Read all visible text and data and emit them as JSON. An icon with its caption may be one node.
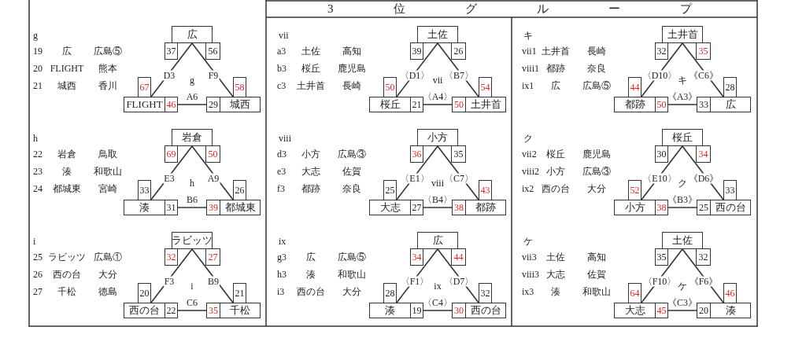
{
  "diagram": {
    "title": "3位グループ",
    "nodes": [
      {
        "text": [
          "広",
          "37",
          "56"
        ]
      },
      {
        "text": [
          "67",
          "FLIGHT",
          "46"
        ]
      },
      {
        "text": [
          "58",
          "29",
          "城西"
        ]
      },
      {
        "text": [
          "岩倉",
          "69",
          "50"
        ]
      },
      {
        "text": [
          "33",
          "湊",
          "31"
        ]
      },
      {
        "text": [
          "26",
          "39",
          "都城東"
        ]
      },
      {
        "text": [
          "ラビッツ",
          "32",
          "27"
        ]
      },
      {
        "text": [
          "20",
          "西の台",
          "22"
        ]
      },
      {
        "text": [
          "21",
          "35",
          "千松"
        ]
      },
      {
        "text": [
          "土佐",
          "39",
          "26"
        ]
      },
      {
        "text": [
          "50",
          "桜丘",
          "21"
        ]
      },
      {
        "text": [
          "54",
          "50",
          "土井首"
        ]
      },
      {
        "text": [
          "小方",
          "36",
          "35"
        ]
      },
      {
        "text": [
          "25",
          "大志",
          "27"
        ]
      },
      {
        "text": [
          "43",
          "38",
          "都跡"
        ]
      },
      {
        "text": [
          "広",
          "34",
          "44"
        ]
      },
      {
        "text": [
          "28",
          "湊",
          "19"
        ]
      },
      {
        "text": [
          "32",
          "30",
          "西の台"
        ]
      },
      {
        "text": [
          "土井首",
          "32",
          "35"
        ]
      },
      {
        "text": [
          "44",
          "都跡",
          "50"
        ]
      },
      {
        "text": [
          "28",
          "33",
          "広"
        ]
      },
      {
        "text": [
          "桜丘",
          "30",
          "34"
        ]
      },
      {
        "text": [
          "52",
          "小方",
          "38"
        ]
      },
      {
        "text": [
          "33",
          "25",
          "西の台"
        ]
      },
      {
        "text": [
          "土佐",
          "35",
          "32"
        ]
      },
      {
        "text": [
          "64",
          "大志",
          "45"
        ]
      },
      {
        "text": [
          "46",
          "20",
          "湊"
        ]
      }
    ],
    "edges": [
      {
        "from": 0,
        "to": 1,
        "arrow": "none",
        "label": "D3"
      },
      {
        "from": 0,
        "to": 2,
        "arrow": "none",
        "label": "F9"
      },
      {
        "from": 1,
        "to": 2,
        "arrow": "none",
        "label": "A6"
      },
      {
        "from": 3,
        "to": 4,
        "arrow": "none",
        "label": "E3"
      },
      {
        "from": 3,
        "to": 5,
        "arrow": "none",
        "label": "A9"
      },
      {
        "from": 4,
        "to": 5,
        "arrow": "none",
        "label": "B6"
      },
      {
        "from": 6,
        "to": 7,
        "arrow": "none",
        "label": "F3"
      },
      {
        "from": 6,
        "to": 8,
        "arrow": "none",
        "label": "B9"
      },
      {
        "from": 7,
        "to": 8,
        "arrow": "none",
        "label": "C6"
      },
      {
        "from": 9,
        "to": 10,
        "arrow": "none",
        "label": "〈D1〉"
      },
      {
        "from": 9,
        "to": 11,
        "arrow": "none",
        "label": "〈B7〉"
      },
      {
        "from": 10,
        "to": 11,
        "arrow": "none",
        "label": "〈A4〉"
      },
      {
        "from": 12,
        "to": 13,
        "arrow": "none",
        "label": "〈E1〉"
      },
      {
        "from": 12,
        "to": 14,
        "arrow": "none",
        "label": "〈C7〉"
      },
      {
        "from": 13,
        "to": 14,
        "arrow": "none",
        "label": "〈B4〉"
      },
      {
        "from": 15,
        "to": 16,
        "arrow": "none",
        "label": "〈F1〉"
      },
      {
        "from": 15,
        "to": 17,
        "arrow": "none",
        "label": "〈D7〉"
      },
      {
        "from": 16,
        "to": 17,
        "arrow": "none",
        "label": "〈C4〉"
      },
      {
        "from": 18,
        "to": 19,
        "arrow": "none",
        "label": "〈D10〉"
      },
      {
        "from": 18,
        "to": 20,
        "arrow": "none",
        "label": "《C6》"
      },
      {
        "from": 19,
        "to": 20,
        "arrow": "none",
        "label": "《A3》"
      },
      {
        "from": 21,
        "to": 22,
        "arrow": "none",
        "label": "〈E10〉"
      },
      {
        "from": 21,
        "to": 23,
        "arrow": "none",
        "label": "《D6》"
      },
      {
        "from": 22,
        "to": 23,
        "arrow": "none",
        "label": "《B3》"
      },
      {
        "from": 24,
        "to": 25,
        "arrow": "none",
        "label": "〈F10〉"
      },
      {
        "from": 24,
        "to": 26,
        "arrow": "none",
        "label": "《F6》"
      },
      {
        "from": 25,
        "to": 26,
        "arrow": "none",
        "label": "《C3》"
      }
    ],
    "labels": [
      "g",
      "19",
      "広",
      "広島⑤",
      "20",
      "FLIGHT",
      "熊本",
      "21",
      "城西",
      "香川",
      "g",
      "h",
      "22",
      "岩倉",
      "鳥取",
      "23",
      "湊",
      "和歌山",
      "24",
      "都城東",
      "宮崎",
      "h",
      "i",
      "25",
      "ラビッツ",
      "広島①",
      "26",
      "西の台",
      "大分",
      "27",
      "千松",
      "徳島",
      "i",
      "vii",
      "a3",
      "土佐",
      "高知",
      "b3",
      "桜丘",
      "鹿児島",
      "c3",
      "土井首",
      "長崎",
      "vii",
      "viii",
      "d3",
      "小方",
      "広島③",
      "e3",
      "大志",
      "佐賀",
      "f3",
      "都跡",
      "奈良",
      "viii",
      "ix",
      "g3",
      "広",
      "広島⑤",
      "h3",
      "湊",
      "和歌山",
      "i3",
      "西の台",
      "大分",
      "ix",
      "キ",
      "vii1",
      "土井首",
      "長崎",
      "viii1",
      "都跡",
      "奈良",
      "ix1",
      "広",
      "広島⑤",
      "キ",
      "ク",
      "vii2",
      "桜丘",
      "鹿児島",
      "viii2",
      "小方",
      "広島③",
      "ix2",
      "西の台",
      "大分",
      "ク",
      "ケ",
      "vii3",
      "土佐",
      "高知",
      "viii3",
      "大志",
      "佐賀",
      "ix3",
      "湊",
      "和歌山",
      "ケ"
    ]
  }
}
